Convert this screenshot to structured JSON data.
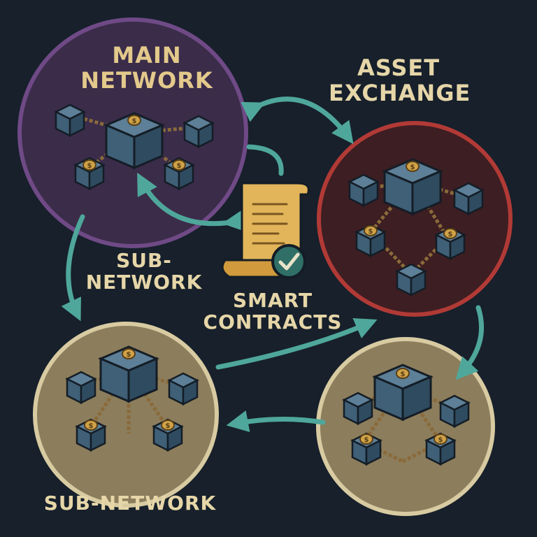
{
  "labels": {
    "main_network": [
      "MAIN",
      "NETWORK"
    ],
    "asset_exchange": [
      "ASSET",
      "EXCHANGE"
    ],
    "sub_network_top": [
      "SUB-",
      "NETWORK"
    ],
    "smart_contracts": [
      "SMART",
      "CONTRACTS"
    ],
    "sub_network_bottom": "SUB-NETWORK"
  },
  "nodes": [
    {
      "id": "main-network",
      "fill": "#3b2c4a",
      "stroke": "#6f4a86"
    },
    {
      "id": "asset-exchange",
      "fill": "#3d1e22",
      "stroke": "#b13a36"
    },
    {
      "id": "sub-network-left",
      "fill": "#8c7d5c",
      "stroke": "#d8cba2"
    },
    {
      "id": "sub-network-right",
      "fill": "#8c7d5c",
      "stroke": "#d8cba2"
    }
  ],
  "icons": {
    "contract": "scroll-icon",
    "checkmark": "checkmark-badge-icon",
    "block": "cube-icon",
    "coin": "coin-icon",
    "chain": "chain-link-icon"
  },
  "colors": {
    "background": "#17202b",
    "arrow": "#4fa79b",
    "cube": "#3f6077",
    "coin": "#d0a349",
    "chain": "#8a6a3a",
    "scroll": "#e2b55a"
  }
}
